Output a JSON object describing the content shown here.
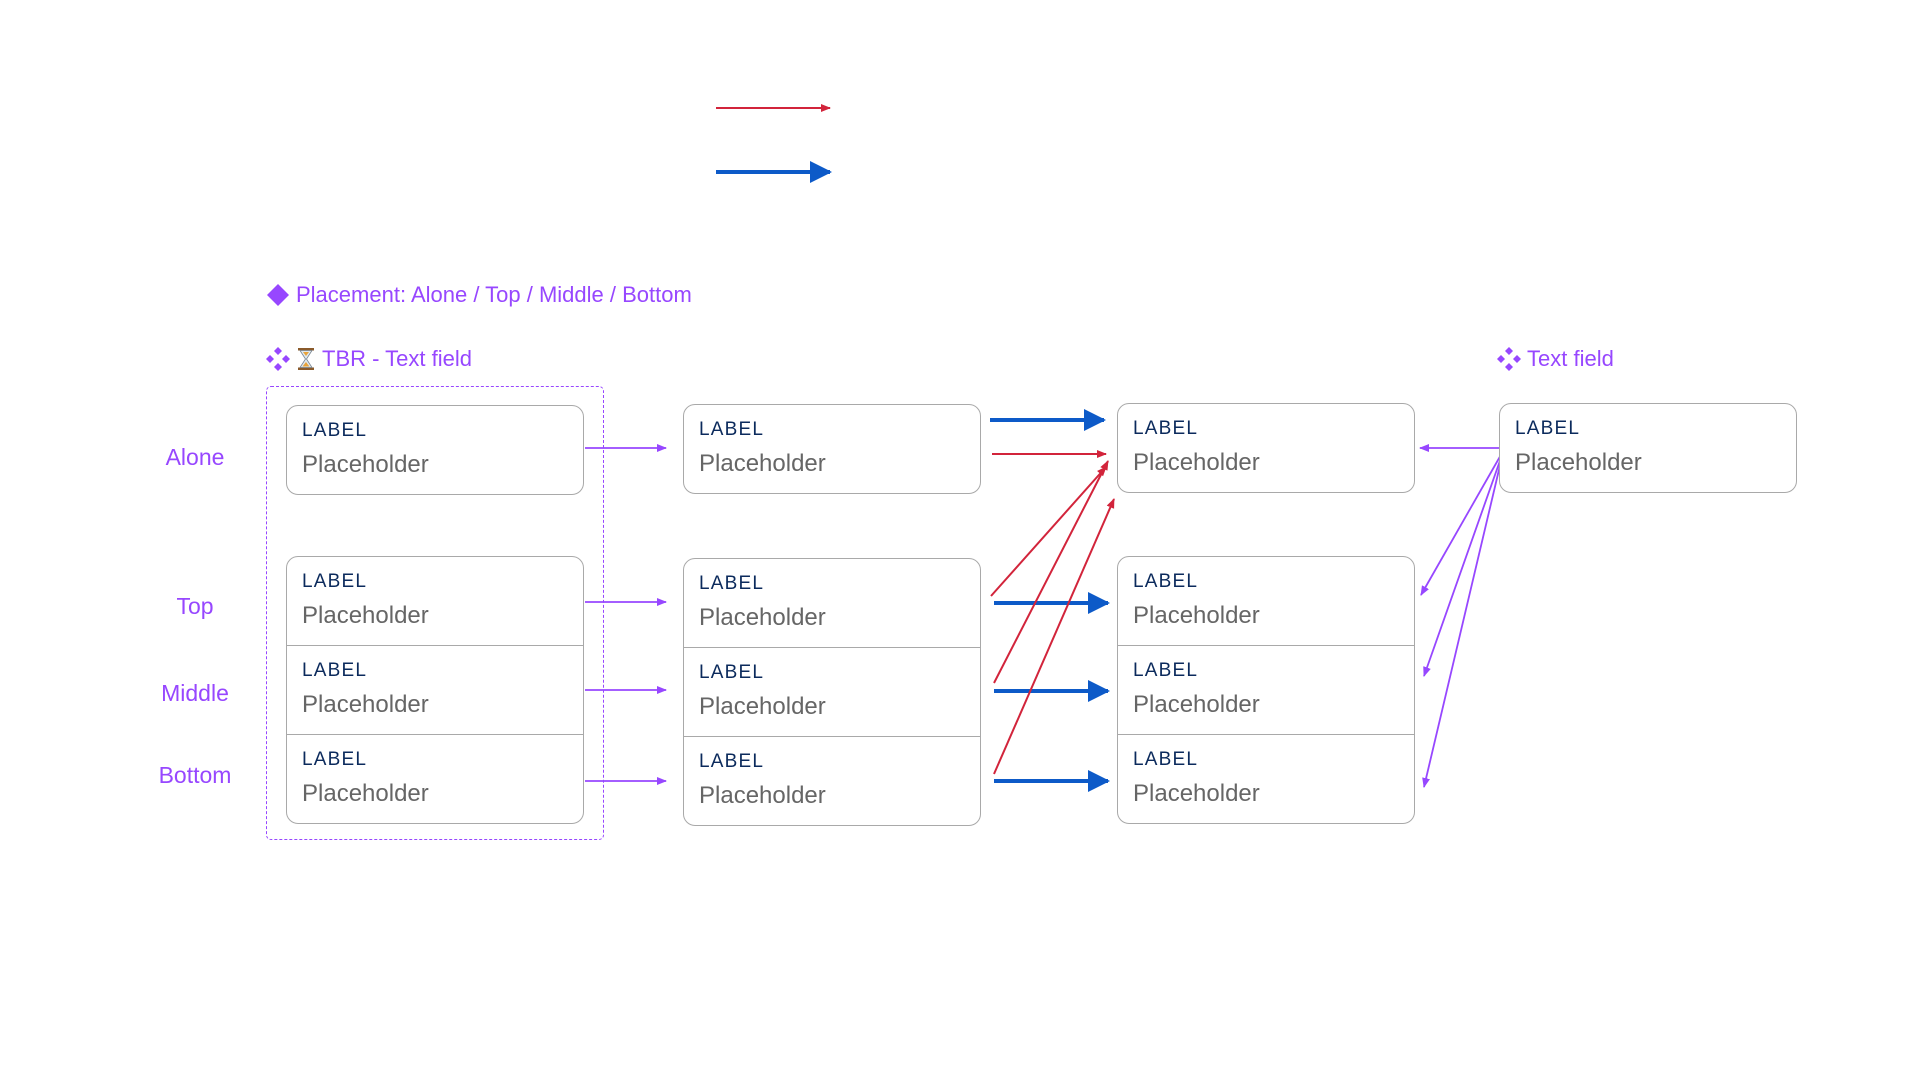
{
  "headings": {
    "placement": "Placement: Alone / Top / Middle / Bottom",
    "tbr": "TBR - Text field",
    "text_field": "Text field"
  },
  "icons": {
    "placement": "component-diamond-icon",
    "tbr": "component-set-icon",
    "hourglass": "hourglass-icon",
    "text_field": "component-set-icon"
  },
  "row_labels": {
    "alone": "Alone",
    "top": "Top",
    "middle": "Middle",
    "bottom": "Bottom"
  },
  "field": {
    "label": "LABEL",
    "placeholder": "Placeholder"
  },
  "columns": [
    {
      "name": "tbr-text-field",
      "alone": true,
      "group": true
    },
    {
      "name": "intermediate",
      "alone": true,
      "group": true
    },
    {
      "name": "target",
      "alone": true,
      "group": true
    },
    {
      "name": "text-field",
      "alone": true,
      "group": false
    }
  ],
  "colors": {
    "purple": "#9747ff",
    "red": "#d2243b",
    "blue": "#0d5ac8",
    "border": "#a9a9a9",
    "label_text": "#0b2a5c",
    "placeholder_text": "#666666"
  }
}
